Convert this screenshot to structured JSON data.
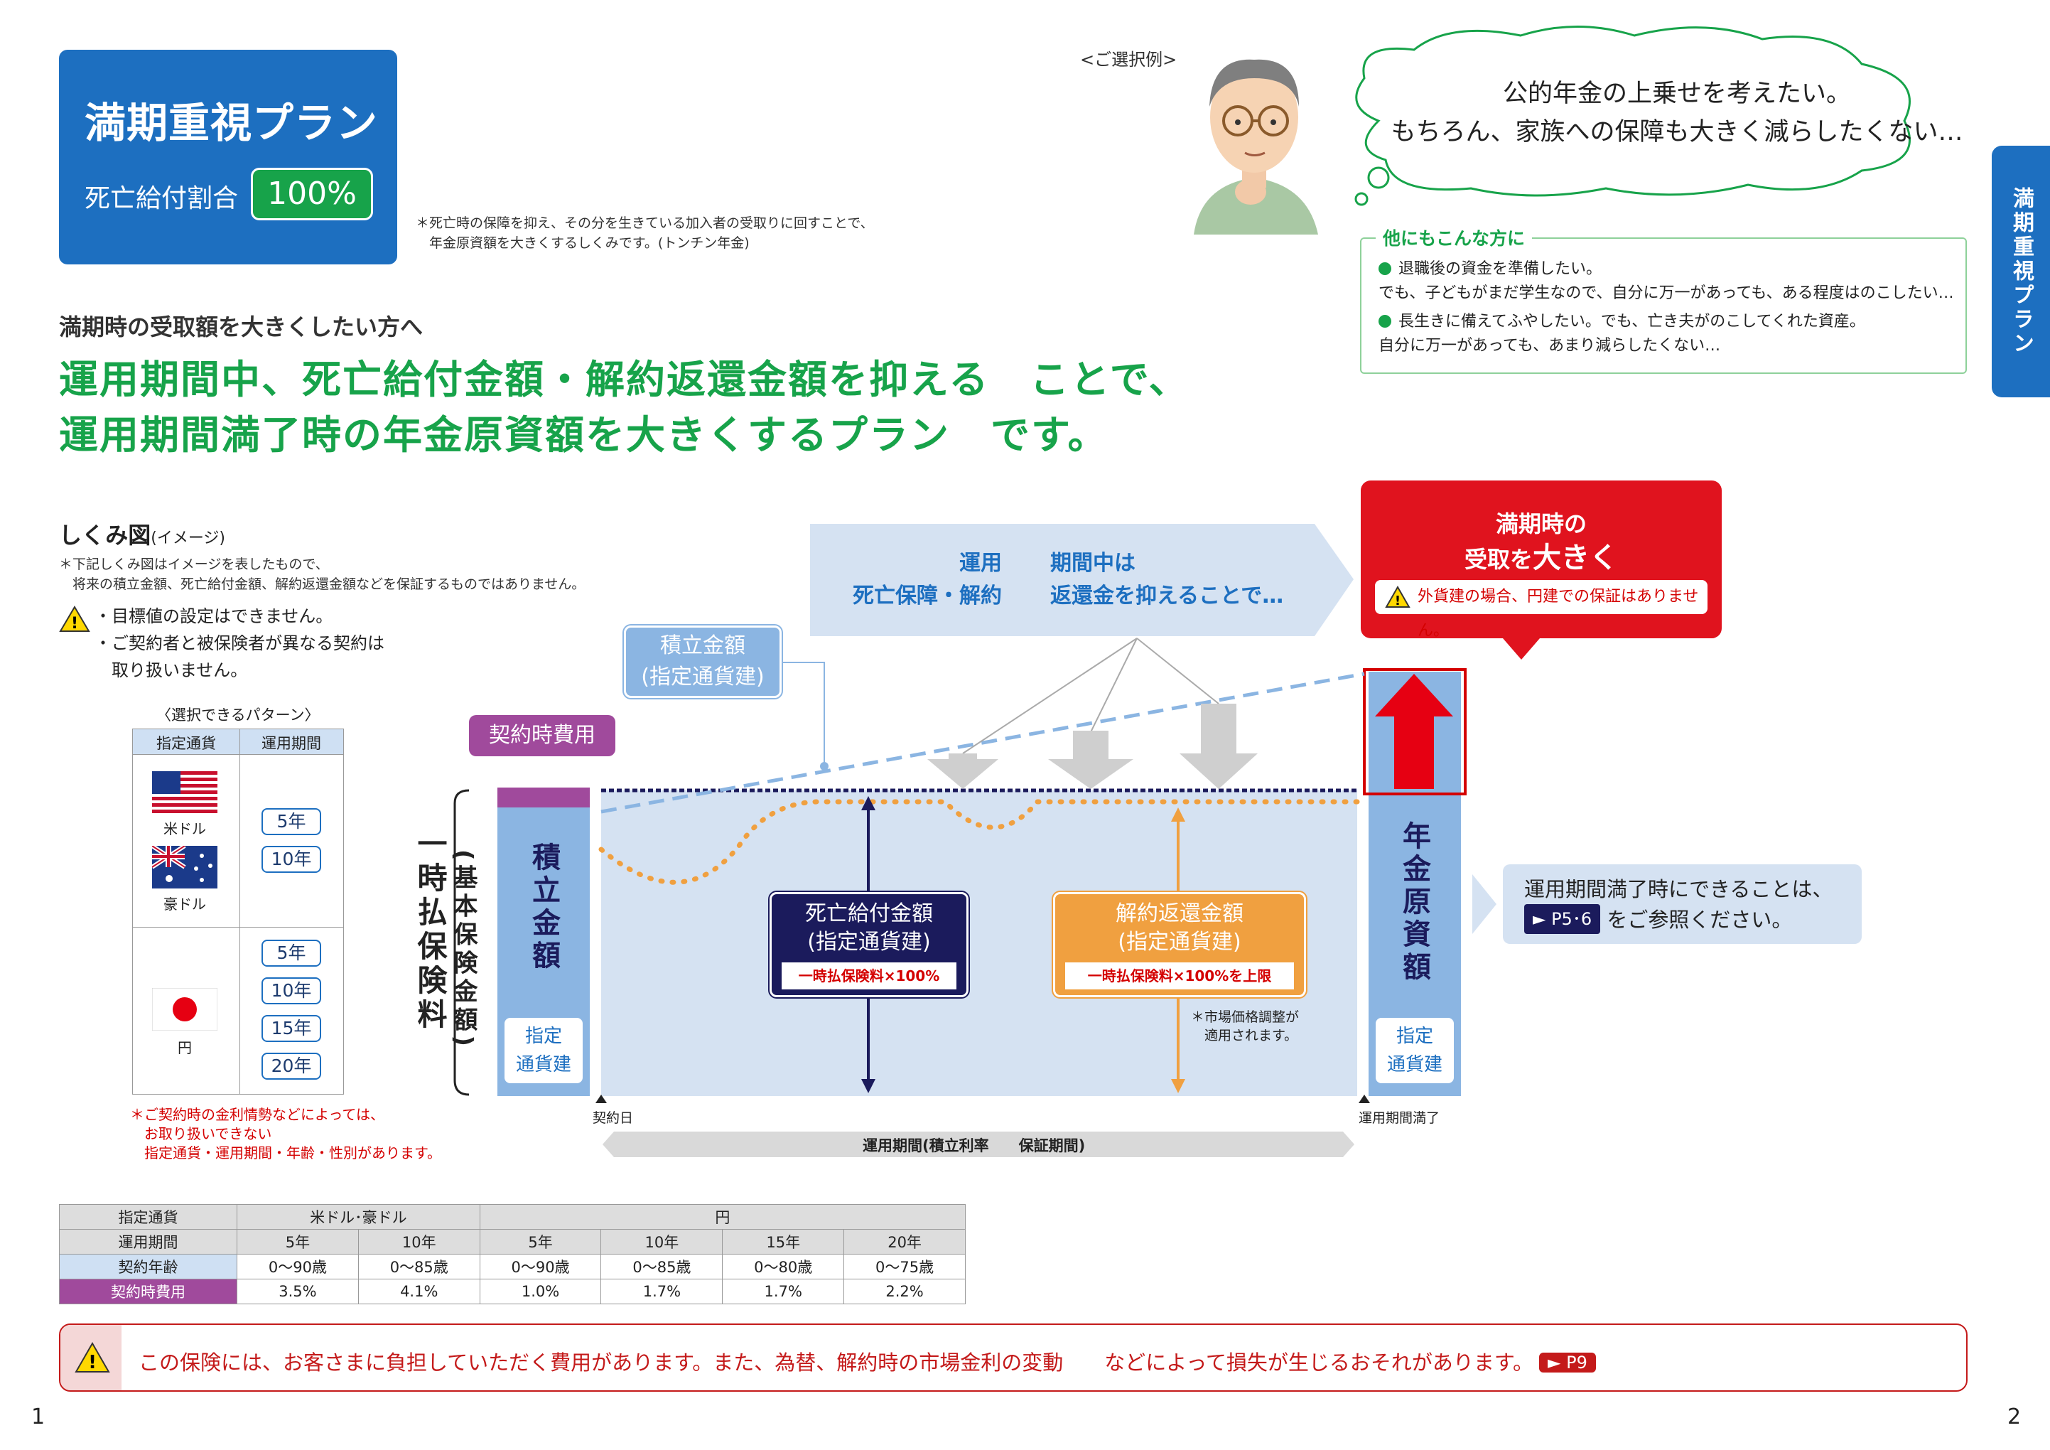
{
  "plan": {
    "title": "満期重視プラン",
    "death_ratio_label": "死亡給付割合",
    "death_ratio_value": "100%"
  },
  "plan_note": "＊死亡時の保障を抑え、その分を生きている加入者の受取りに回すことで、\n　年金原資額を大きくするしくみです。(トンチン年金)",
  "lead": "満期時の受取額を大きくしたい方へ",
  "headline": "運用期間中、死亡給付金額・解約返還金額を抑える　ことで、\n運用期間満了時の年金原資額を大きくするプラン　です。",
  "selection_example": "<ご選択例>",
  "thought": "公的年金の上乗せを考えたい。\nもちろん、家族への保障も大きく減らしたくない…",
  "others": {
    "heading": "他にもこんな方に",
    "items": [
      "退職後の資金を準備したい。\nでも、子どもがまだ学生なので、自分に万一があっても、ある程度はのこしたい…",
      "長生きに備えてふやしたい。でも、亡き夫がのこしてくれた資産。\n自分に万一があっても、あまり減らしたくない…"
    ]
  },
  "side_tab": "満期重視プラン",
  "mechanism": {
    "title": "しくみ図",
    "title_sub": "(イメージ)",
    "note": "＊下記しくみ図はイメージを表したもので、\n　将来の積立金額、死亡給付金額、解約返還金額などを保証するものではありません。",
    "warnings": "・目標値の設定はできません。\n・ご契約者と被保険者が異なる契約は\n　取り扱いません。"
  },
  "patterns": {
    "title": "〈選択できるパターン〉",
    "col1": "指定通貨",
    "col2": "運用期間",
    "usd": "米ドル",
    "aud": "豪ドル",
    "jpy": "円",
    "usd_aud_years": [
      "5年",
      "10年"
    ],
    "jpy_years": [
      "5年",
      "10年",
      "15年",
      "20年"
    ],
    "note": "＊ご契約時の金利情勢などによっては、\n　お取り扱いできない\n　指定通貨・運用期間・年齢・性別があります。"
  },
  "diagram": {
    "callout_l1": "運用",
    "callout_r1": "期間中は",
    "callout_l2": "死亡保障・解約",
    "callout_r2": "返還金を抑えることで…",
    "maturity_l1": "満期時の",
    "maturity_l2a": "受取を",
    "maturity_l2b": "大きく",
    "maturity_warn": "外貨建の場合、円建での保証はありません。",
    "accum_label": "積立金額\n(指定通貨建)",
    "contract_fee": "契約時費用",
    "premium_main": "一時払保険料",
    "premium_sub": "(基本保険金額)",
    "accum_bar": "積立金額",
    "currency_tag": "指定\n通貨建",
    "death": "死亡給付金額\n(指定通貨建)",
    "death_sub": "一時払保険料×100%",
    "surrender": "解約返還金額\n(指定通貨建)",
    "surrender_sub": "一時払保険料×100%を上限",
    "mva_note": "＊市場価格調整が\n　適用されます。",
    "pension": "年金原資額",
    "start": "契約日",
    "end": "運用期間満了",
    "period": "運用期間(積立利率　　保証期間)",
    "ref_text1": "運用期間満了時にできることは、",
    "ref_pill": "► P5･6",
    "ref_text2": "をご参照ください。"
  },
  "fee_table": {
    "rows": [
      [
        "指定通貨",
        "米ドル･豪ドル",
        "円"
      ],
      [
        "運用期間",
        "5年",
        "10年",
        "5年",
        "10年",
        "15年",
        "20年"
      ],
      [
        "契約年齢",
        "0〜90歳",
        "0〜85歳",
        "0〜90歳",
        "0〜85歳",
        "0〜80歳",
        "0〜75歳"
      ],
      [
        "契約時費用",
        "3.5%",
        "4.1%",
        "1.0%",
        "1.7%",
        "1.7%",
        "2.2%"
      ]
    ]
  },
  "banner": {
    "text": "この保険には、お客さまに負担していただく費用があります。また、為替、解約時の市場金利の変動　　などによって損失が生じるおそれがあります。",
    "pill": "► P9"
  },
  "page_left": "1",
  "page_right": "2",
  "colors": {
    "green": "#17a34a",
    "blue": "#1d6fc0",
    "red": "#d40000",
    "purple": "#a04a9c",
    "orange": "#f0a040",
    "navy": "#1b1b5c"
  }
}
